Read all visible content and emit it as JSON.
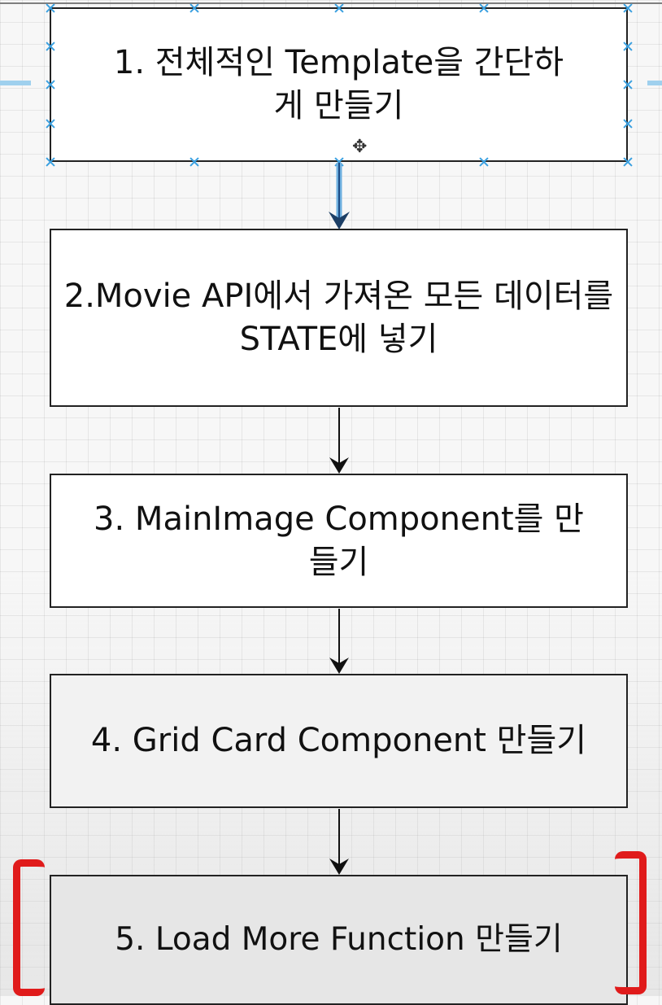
{
  "diagram": {
    "steps": [
      {
        "label": "1. 전체적인 Template을 간단하게 만들기"
      },
      {
        "label": "2.Movie API에서 가져온 모든 데이터를 STATE에 넣기"
      },
      {
        "label": "3. MainImage Component를 만들기"
      },
      {
        "label": "4. Grid Card Component 만들기"
      },
      {
        "label": "5. Load More Function 만들기"
      }
    ],
    "edges": [
      {
        "from": 1,
        "to": 2
      },
      {
        "from": 2,
        "to": 3
      },
      {
        "from": 3,
        "to": 4
      },
      {
        "from": 4,
        "to": 5
      }
    ],
    "selected_step": 1,
    "highlighted_step": 5,
    "colors": {
      "border": "#222222",
      "selection": "#3aa0e0",
      "highlight": "#e01b1b",
      "guide": "#9fd0ee",
      "arrow": "#111111",
      "selected_arrow": "#2c72b8"
    }
  }
}
